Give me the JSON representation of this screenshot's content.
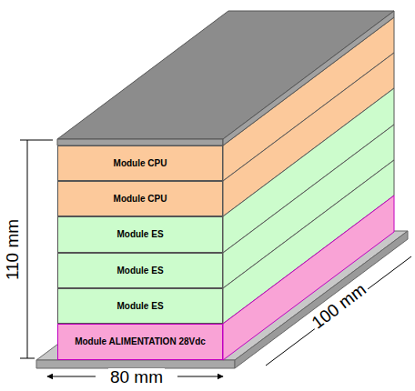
{
  "diagram": {
    "nodes": [
      {
        "text": [
          "Module CPU"
        ]
      },
      {
        "text": [
          "Module CPU"
        ]
      },
      {
        "text": [
          "Module ES"
        ]
      },
      {
        "text": [
          "Module ES"
        ]
      },
      {
        "text": [
          "Module ES"
        ]
      },
      {
        "text": [
          "Module ALIMENTATION 28Vdc"
        ]
      }
    ],
    "labels": [
      "110 mm",
      "100 mm",
      "80 mm"
    ]
  }
}
